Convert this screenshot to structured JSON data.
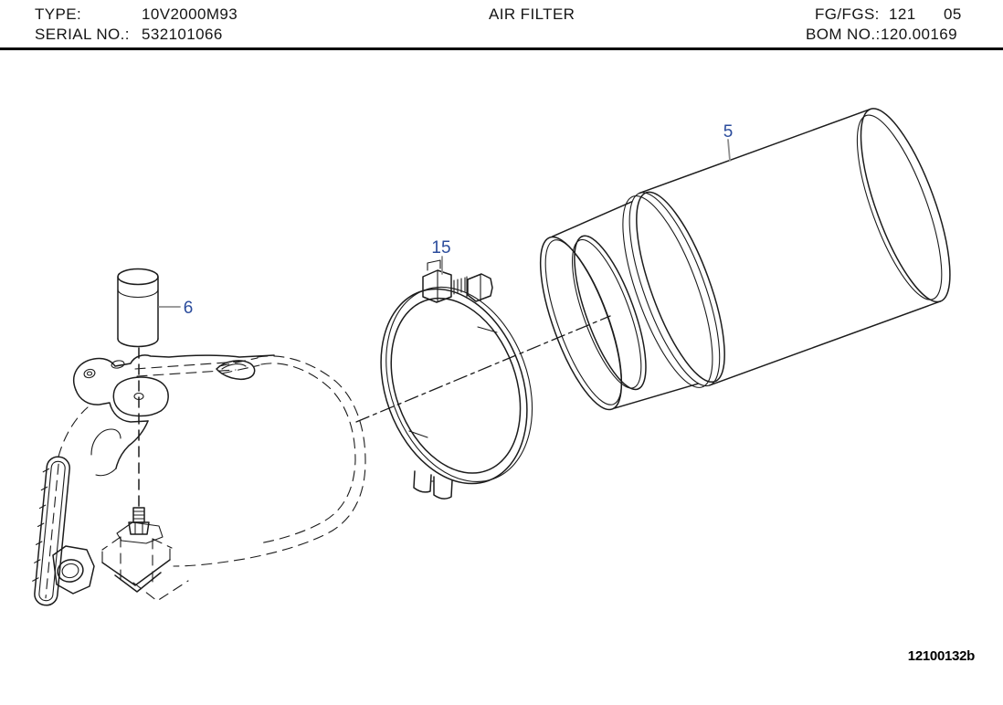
{
  "header": {
    "type_label": "TYPE:",
    "type_value": "10V2000M93",
    "serial_label": "SERIAL NO.:",
    "serial_value": "532101066",
    "title": "AIR FILTER",
    "fg_label": "FG/FGS:",
    "fg_value": "121",
    "fg_sub_value": "05",
    "bom_label": "BOM NO.:",
    "bom_value": "120.00169"
  },
  "diagram": {
    "callouts": [
      {
        "label": "5"
      },
      {
        "label": "15"
      },
      {
        "label": "6"
      }
    ],
    "figure_code": "12100132b",
    "callout_color": "#2b4c9c",
    "leader_color": "#8f8f8f",
    "line_color": "#1c1c1c"
  }
}
